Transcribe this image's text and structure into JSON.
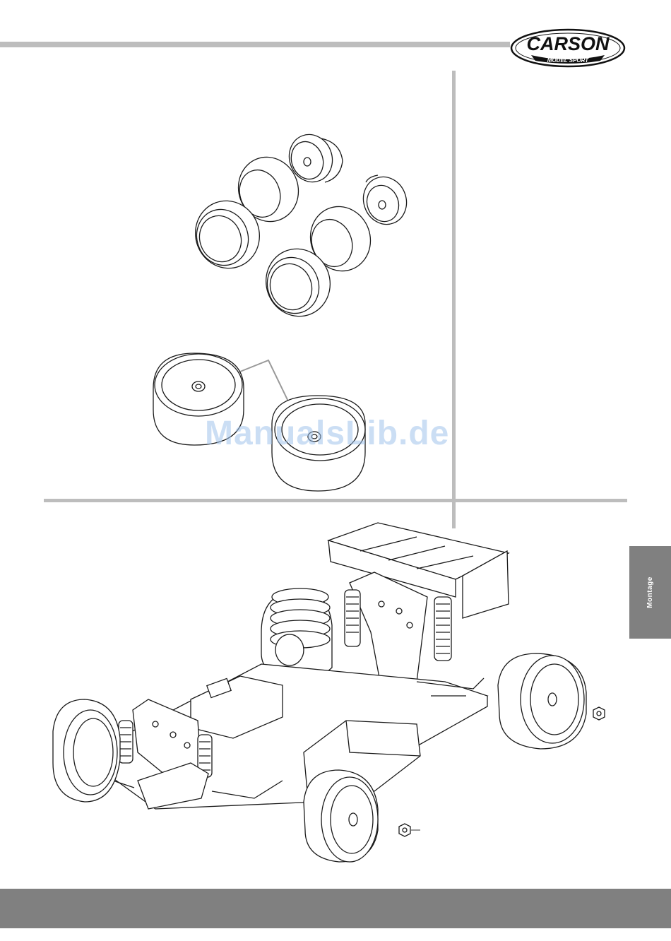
{
  "logo": {
    "brand": "CARSON",
    "tagline": "MODEL SPORT"
  },
  "side_tab": {
    "label": "Montage"
  },
  "watermark": {
    "text": "ManualsLib.de"
  },
  "colors": {
    "rule_gray": "#bdbdbd",
    "tab_gray": "#808080",
    "ink": "#1a1a1a",
    "watermark": "#a0c3eb"
  }
}
